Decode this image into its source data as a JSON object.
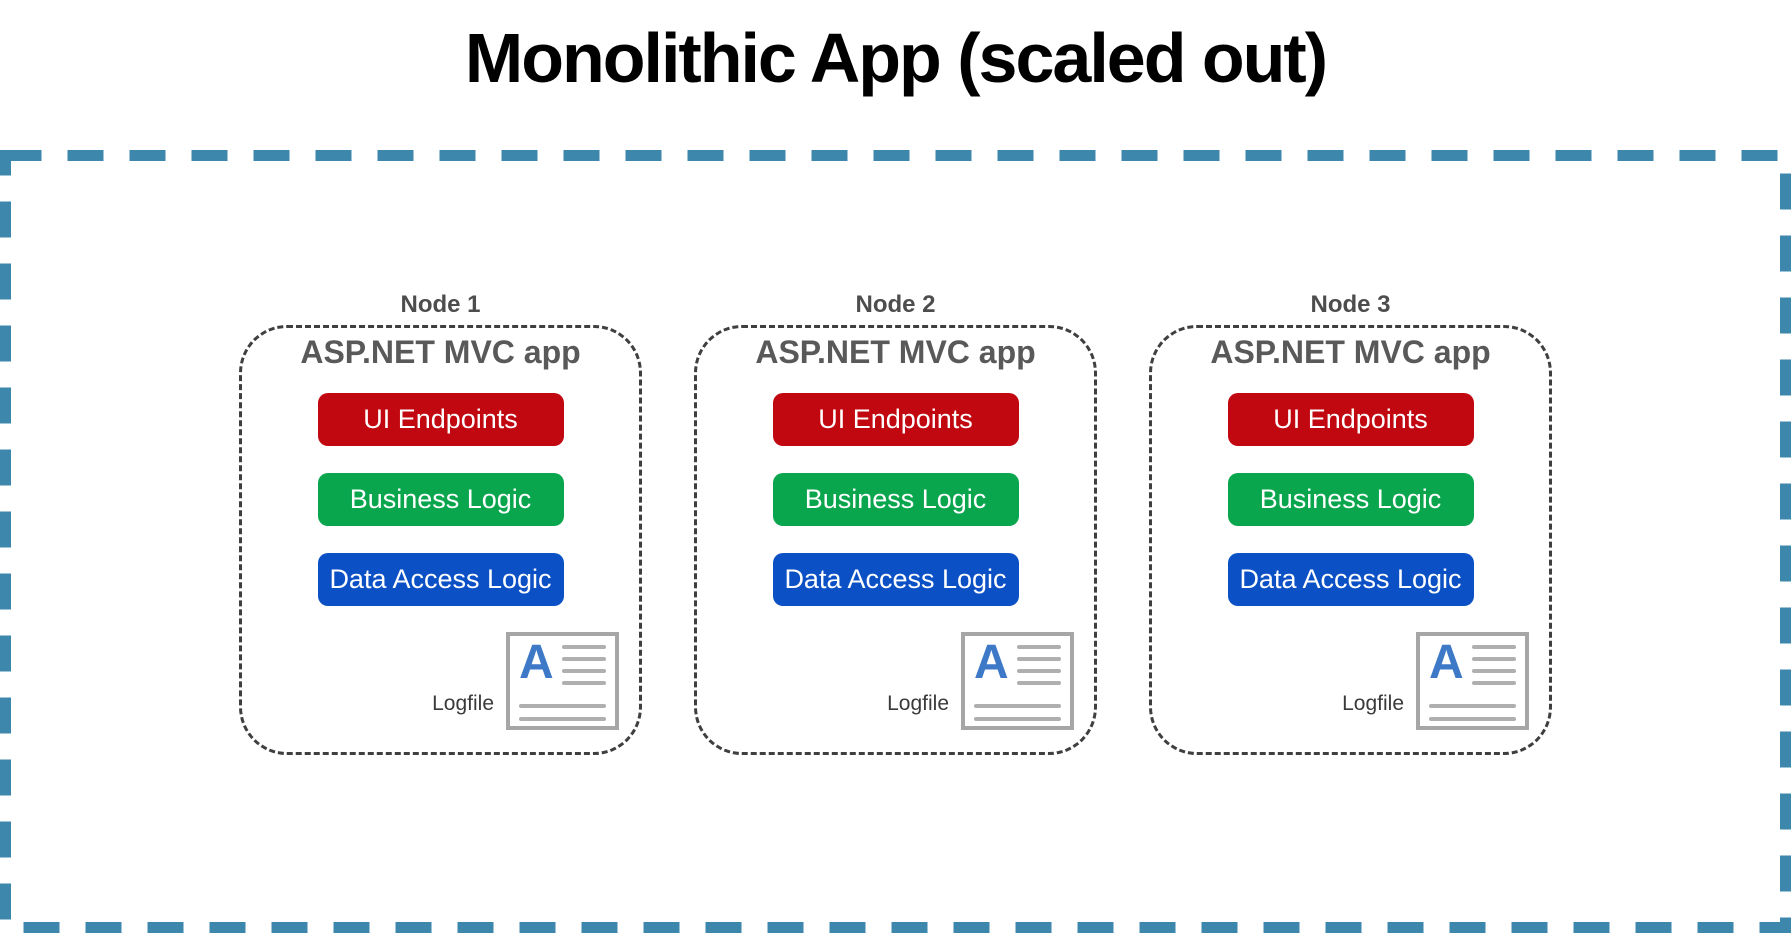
{
  "title": "Monolithic App (scaled out)",
  "colors": {
    "outer_border": "#3E87AC",
    "node_border": "#3F3F3F",
    "node_label": "#4D4D4D",
    "app_title": "#595959",
    "ui_endpoints": "#C1070F",
    "business_logic": "#0AA64E",
    "data_access": "#0B51C5",
    "icon_border": "#A6A6A6",
    "icon_line": "#AFAFAF",
    "icon_letter": "#3E79C8"
  },
  "nodes": [
    {
      "label": "Node 1",
      "app_title": "ASP.NET MVC app",
      "layers": [
        {
          "label": "UI Endpoints"
        },
        {
          "label": "Business Logic"
        },
        {
          "label": "Data Access Logic"
        }
      ],
      "logfile_label": "Logfile",
      "logfile_icon": "document-text-icon",
      "icon_letter": "A"
    },
    {
      "label": "Node 2",
      "app_title": "ASP.NET MVC app",
      "layers": [
        {
          "label": "UI Endpoints"
        },
        {
          "label": "Business Logic"
        },
        {
          "label": "Data Access Logic"
        }
      ],
      "logfile_label": "Logfile",
      "logfile_icon": "document-text-icon",
      "icon_letter": "A"
    },
    {
      "label": "Node 3",
      "app_title": "ASP.NET MVC app",
      "layers": [
        {
          "label": "UI Endpoints"
        },
        {
          "label": "Business Logic"
        },
        {
          "label": "Data Access Logic"
        }
      ],
      "logfile_label": "Logfile",
      "logfile_icon": "document-text-icon",
      "icon_letter": "A"
    }
  ]
}
